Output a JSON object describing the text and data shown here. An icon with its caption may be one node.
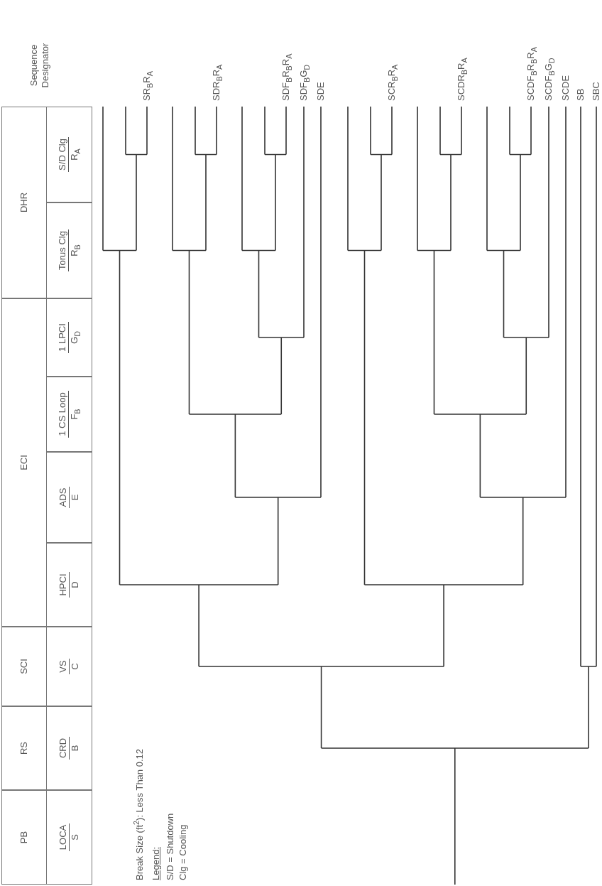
{
  "diagram": {
    "labels": [
      "PB",
      "RS",
      "SCI",
      "ECI",
      "DHR",
      "Sequence Designator",
      "LOCA",
      "S",
      "CRD",
      "B",
      "VS",
      "C",
      "HPCI",
      "D",
      "ADS",
      "E",
      "1 CS Loop",
      "F$_{B}$",
      "1 LPCI",
      "G$_{D}$",
      "Torus Clg",
      "R$_{B}$",
      "S/D Clg",
      "R$_{A}$",
      "SR$_{B}$R$_{A}$",
      "SDR$_{B}$R$_{A}$",
      "SDF$_{B}$R$_{B}$R$_{A}$",
      "SDF$_{B}$G$_{D}$",
      "SDE",
      "SCR$_{B}$R$_{A}$",
      "SCDR$_{B}$R$_{A}$",
      "SCDF$_{B}$R$_{B}$R$_{A}$",
      "SCDF$_{B}$G$_{D}$",
      "SCDE",
      "SB",
      "SBC",
      "Break Size (ft$^{2}$): Less Than 0.12",
      "Legend:",
      "S/D = Shutdown",
      "Clg = Cooling"
    ]
  }
}
